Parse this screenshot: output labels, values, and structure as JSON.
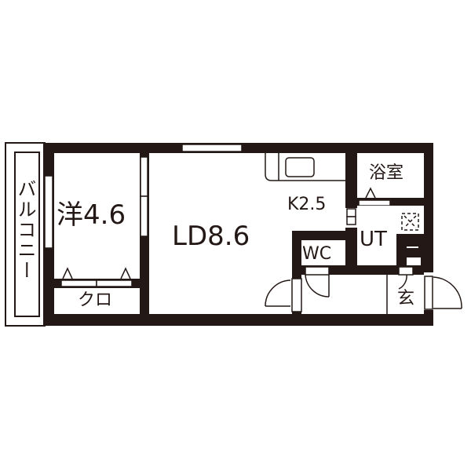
{
  "floorplan": {
    "colors": {
      "wall": "#231815",
      "background": "#ffffff"
    },
    "rooms": {
      "balcony": {
        "label": "バルコニー"
      },
      "western_room": {
        "label": "洋4.6",
        "type": "洋室",
        "size_jo": 4.6
      },
      "closet": {
        "label": "クロ"
      },
      "living_dining": {
        "label": "LD8.6",
        "size_jo": 8.6
      },
      "kitchen": {
        "label": "K2.5",
        "size_jo": 2.5
      },
      "bathroom": {
        "label": "浴室"
      },
      "utility": {
        "label": "UT"
      },
      "toilet": {
        "label": "WC"
      },
      "entrance": {
        "label": "玄"
      }
    }
  }
}
